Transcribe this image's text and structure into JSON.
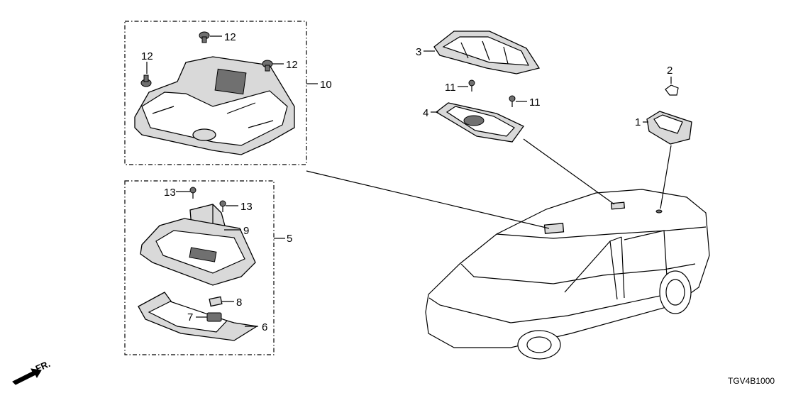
{
  "diagram": {
    "code": "TGV4B1000",
    "direction_label": "FR.",
    "callouts": [
      "1",
      "2",
      "3",
      "4",
      "5",
      "6",
      "7",
      "8",
      "9",
      "10",
      "11",
      "11",
      "12",
      "12",
      "12",
      "13",
      "13"
    ]
  }
}
